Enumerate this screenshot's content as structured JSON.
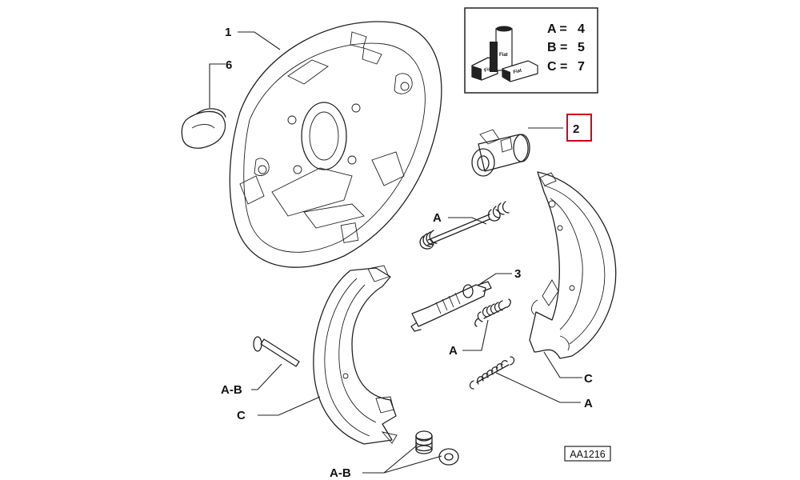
{
  "labels": {
    "part1": "1",
    "part2": "2",
    "part3": "3",
    "part6": "6",
    "spring_a1": "A",
    "spring_a2": "A",
    "spring_a3": "A",
    "pin_ab": "A-B",
    "shoe_c1": "C",
    "shoe_c2": "C",
    "hardware_ab": "A-B"
  },
  "kit_legend": [
    {
      "letter": "A =",
      "value": "4"
    },
    {
      "letter": "B =",
      "value": "5"
    },
    {
      "letter": "C =",
      "value": "7"
    }
  ],
  "box_labels": {
    "kit_a": "Fiat",
    "kit_b": "Fiat",
    "kit_c": "Fiat"
  },
  "reference_code": "AA1216",
  "highlight_color": "#d0021b"
}
